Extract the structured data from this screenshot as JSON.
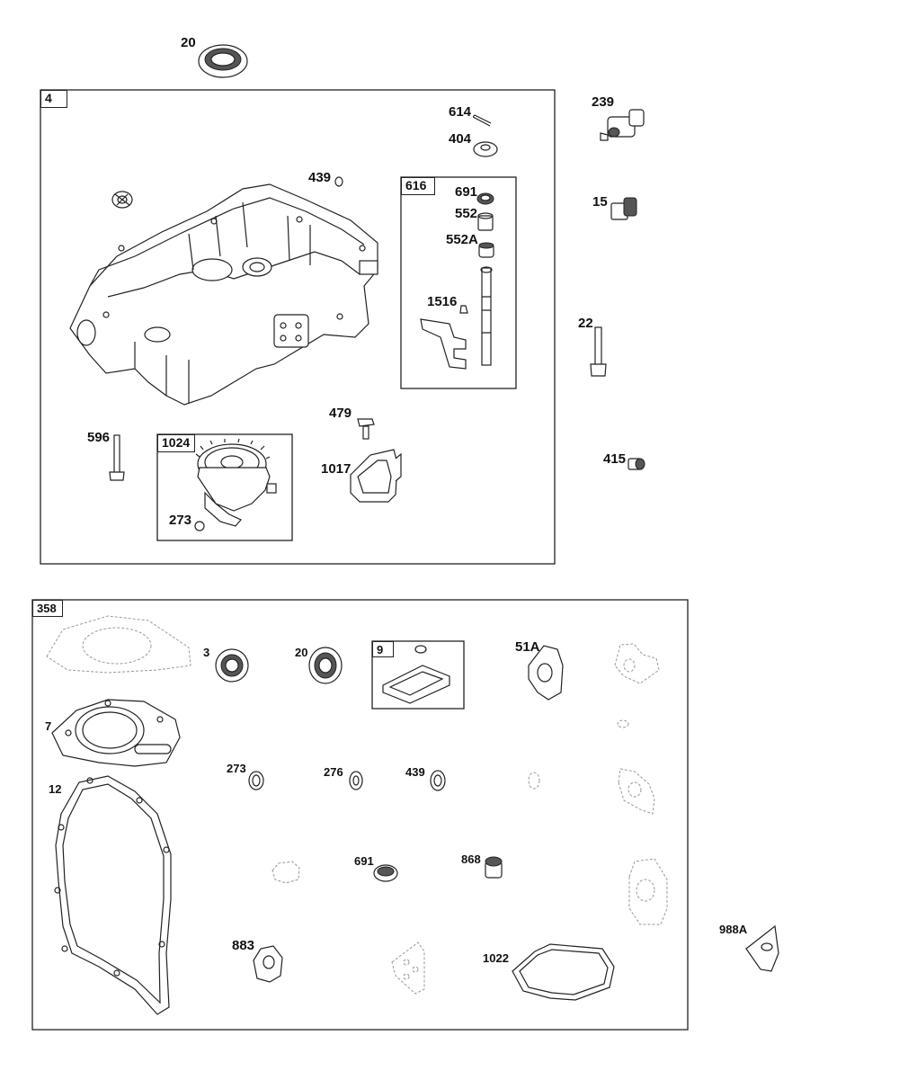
{
  "groups": {
    "g4": "4",
    "g616": "616",
    "g1024": "1024",
    "g358": "358",
    "g9": "9"
  },
  "callouts": {
    "c20_top": "20",
    "c614": "614",
    "c404": "404",
    "c439_top": "439",
    "c691_top": "691",
    "c552": "552",
    "c552A": "552A",
    "c1516": "1516",
    "c479": "479",
    "c596": "596",
    "c273_top": "273",
    "c1017": "1017",
    "c239": "239",
    "c15": "15",
    "c22": "22",
    "c415": "415",
    "c3": "3",
    "c20_kit": "20",
    "c51A": "51A",
    "c7": "7",
    "c12": "12",
    "c273_kit": "273",
    "c276": "276",
    "c439_kit": "439",
    "c691_kit": "691",
    "c868": "868",
    "c883": "883",
    "c1022": "1022",
    "c988A": "988A"
  }
}
